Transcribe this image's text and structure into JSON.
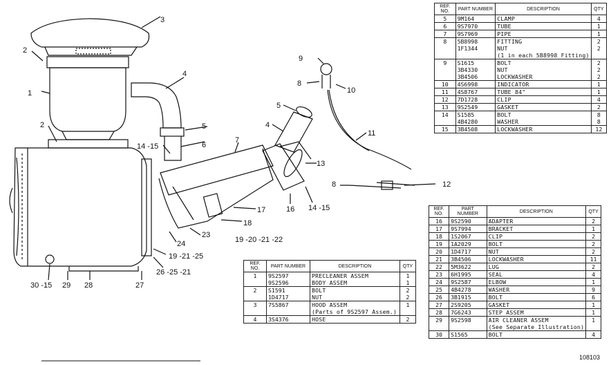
{
  "drawing_number": "108103",
  "callouts": [
    {
      "id": "c3",
      "label": "3"
    },
    {
      "id": "c2a",
      "label": "2"
    },
    {
      "id": "c1",
      "label": "1"
    },
    {
      "id": "c4a",
      "label": "4"
    },
    {
      "id": "c2b",
      "label": "2"
    },
    {
      "id": "c5a",
      "label": "5"
    },
    {
      "id": "c1415a",
      "label": "14 -15"
    },
    {
      "id": "c6",
      "label": "6"
    },
    {
      "id": "c7",
      "label": "7"
    },
    {
      "id": "c5b",
      "label": "5"
    },
    {
      "id": "c4b",
      "label": "4"
    },
    {
      "id": "c9",
      "label": "9"
    },
    {
      "id": "c8a",
      "label": "8"
    },
    {
      "id": "c10",
      "label": "10"
    },
    {
      "id": "c11",
      "label": "11"
    },
    {
      "id": "c13",
      "label": "13"
    },
    {
      "id": "c12",
      "label": "12"
    },
    {
      "id": "c8b",
      "label": "8"
    },
    {
      "id": "c16",
      "label": "16"
    },
    {
      "id": "c1415b",
      "label": "14 -15"
    },
    {
      "id": "c17",
      "label": "17"
    },
    {
      "id": "c18",
      "label": "18"
    },
    {
      "id": "c23",
      "label": "23"
    },
    {
      "id": "c192022",
      "label": "19 -20  -21 -22"
    },
    {
      "id": "c24",
      "label": "24"
    },
    {
      "id": "c192125",
      "label": "19 -21 -25"
    },
    {
      "id": "c262521",
      "label": "26   -25   -21"
    },
    {
      "id": "c27",
      "label": "27"
    },
    {
      "id": "c28",
      "label": "28"
    },
    {
      "id": "c29",
      "label": "29"
    },
    {
      "id": "c3015",
      "label": "30  -15"
    }
  ],
  "tables": {
    "headers": {
      "ref": "REF. NO.",
      "part": "PART NUMBER",
      "desc": "DESCRIPTION",
      "qty": "QTY"
    },
    "top_right": [
      {
        "ref": "5",
        "part": "9M164",
        "desc": "CLAMP",
        "qty": "4",
        "grp": true
      },
      {
        "ref": "6",
        "part": "9S7970",
        "desc": "TUBE",
        "qty": "1",
        "grp": true
      },
      {
        "ref": "7",
        "part": "9S7969",
        "desc": "PIPE",
        "qty": "1",
        "grp": true
      },
      {
        "ref": "8",
        "part": "5B8998",
        "desc": "FITTING",
        "qty": "2",
        "grp": true
      },
      {
        "ref": "",
        "part": "1F1344",
        "desc": "  NUT",
        "qty": "2"
      },
      {
        "ref": "",
        "part": "",
        "desc": "(1 in each 5B8998 Fitting)",
        "qty": ""
      },
      {
        "ref": "9",
        "part": "S1615",
        "desc": "BOLT",
        "qty": "2",
        "grp": true
      },
      {
        "ref": "",
        "part": "3B4330",
        "desc": "NUT",
        "qty": "2"
      },
      {
        "ref": "",
        "part": "3B4506",
        "desc": "LOCKWASHER",
        "qty": "2"
      },
      {
        "ref": "10",
        "part": "4S6998",
        "desc": "INDICATOR",
        "qty": "1",
        "grp": true
      },
      {
        "ref": "11",
        "part": "4S8767",
        "desc": "TUBE                84\"",
        "qty": "1",
        "grp": true
      },
      {
        "ref": "12",
        "part": "7D1728",
        "desc": "CLIP",
        "qty": "4",
        "grp": true
      },
      {
        "ref": "13",
        "part": "9S2549",
        "desc": "GASKET",
        "qty": "2",
        "grp": true
      },
      {
        "ref": "14",
        "part": "S1585",
        "desc": "BOLT",
        "qty": "8",
        "grp": true
      },
      {
        "ref": "",
        "part": "4B4280",
        "desc": "WASHER",
        "qty": "8"
      },
      {
        "ref": "15",
        "part": "3B4508",
        "desc": "LOCKWASHER",
        "qty": "12",
        "grp": true
      }
    ],
    "bottom_right": [
      {
        "ref": "16",
        "part": "9S2590",
        "desc": "ADAPTER",
        "qty": "2",
        "grp": true
      },
      {
        "ref": "17",
        "part": "9S7994",
        "desc": "BRACKET",
        "qty": "1",
        "grp": true
      },
      {
        "ref": "18",
        "part": "1S2067",
        "desc": "CLIP",
        "qty": "2",
        "grp": true
      },
      {
        "ref": "19",
        "part": "1A2029",
        "desc": "BOLT",
        "qty": "2",
        "grp": true
      },
      {
        "ref": "20",
        "part": "1D4717",
        "desc": "NUT",
        "qty": "2",
        "grp": true
      },
      {
        "ref": "21",
        "part": "3B4506",
        "desc": "LOCKWASHER",
        "qty": "11",
        "grp": true
      },
      {
        "ref": "22",
        "part": "5M3622",
        "desc": "LUG",
        "qty": "2",
        "grp": true
      },
      {
        "ref": "23",
        "part": "6H1995",
        "desc": "SEAL",
        "qty": "4",
        "grp": true
      },
      {
        "ref": "24",
        "part": "9S2587",
        "desc": "ELBOW",
        "qty": "1",
        "grp": true
      },
      {
        "ref": "25",
        "part": "4B4278",
        "desc": "WASHER",
        "qty": "9",
        "grp": true
      },
      {
        "ref": "26",
        "part": "3B1915",
        "desc": "BOLT",
        "qty": "6",
        "grp": true
      },
      {
        "ref": "27",
        "part": "2S9205",
        "desc": "GASKET",
        "qty": "1",
        "grp": true
      },
      {
        "ref": "28",
        "part": "7G6243",
        "desc": "STEP ASSEM",
        "qty": "1",
        "grp": true
      },
      {
        "ref": "29",
        "part": "9S2598",
        "desc": "AIR CLEANER ASSEM",
        "qty": "1",
        "grp": true
      },
      {
        "ref": "",
        "part": "",
        "desc": "(See Separate Illustration)",
        "qty": ""
      },
      {
        "ref": "30",
        "part": "S1565",
        "desc": "BOLT",
        "qty": "4",
        "grp": true
      }
    ],
    "bottom_center": [
      {
        "ref": "1",
        "part": "9S2597",
        "desc": "PRECLEANER ASSEM",
        "qty": "1",
        "grp": true
      },
      {
        "ref": "",
        "part": "9S2596",
        "desc": "  BODY ASSEM",
        "qty": "1"
      },
      {
        "ref": "2",
        "part": "S1591",
        "desc": "BOLT",
        "qty": "2",
        "grp": true
      },
      {
        "ref": "",
        "part": "1D4717",
        "desc": "NUT",
        "qty": "2"
      },
      {
        "ref": "3",
        "part": "7S5867",
        "desc": "HOOD ASSEM",
        "qty": "1",
        "grp": true
      },
      {
        "ref": "",
        "part": "",
        "desc": "(Parts of 9S2597 Assem.)",
        "qty": ""
      },
      {
        "ref": "4",
        "part": "3S4376",
        "desc": "HOSE",
        "qty": "2",
        "grp": true
      }
    ]
  }
}
